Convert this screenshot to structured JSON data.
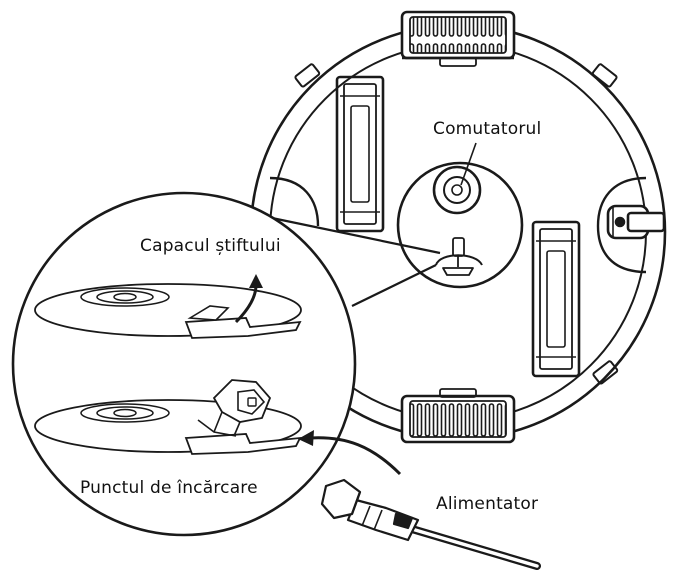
{
  "labels": {
    "switch": "Comutatorul",
    "pin_cover": "Capacul știftului",
    "charging_point": "Punctul de încărcare",
    "power_adapter": "Alimentator"
  },
  "colors": {
    "line": "#1a1a1a",
    "background": "#ffffff"
  },
  "icons": {
    "brush_modules": "roller-brush-icon",
    "wheels": "wheel-icon",
    "switch": "power-switch-icon",
    "plug": "dc-plug-icon"
  }
}
